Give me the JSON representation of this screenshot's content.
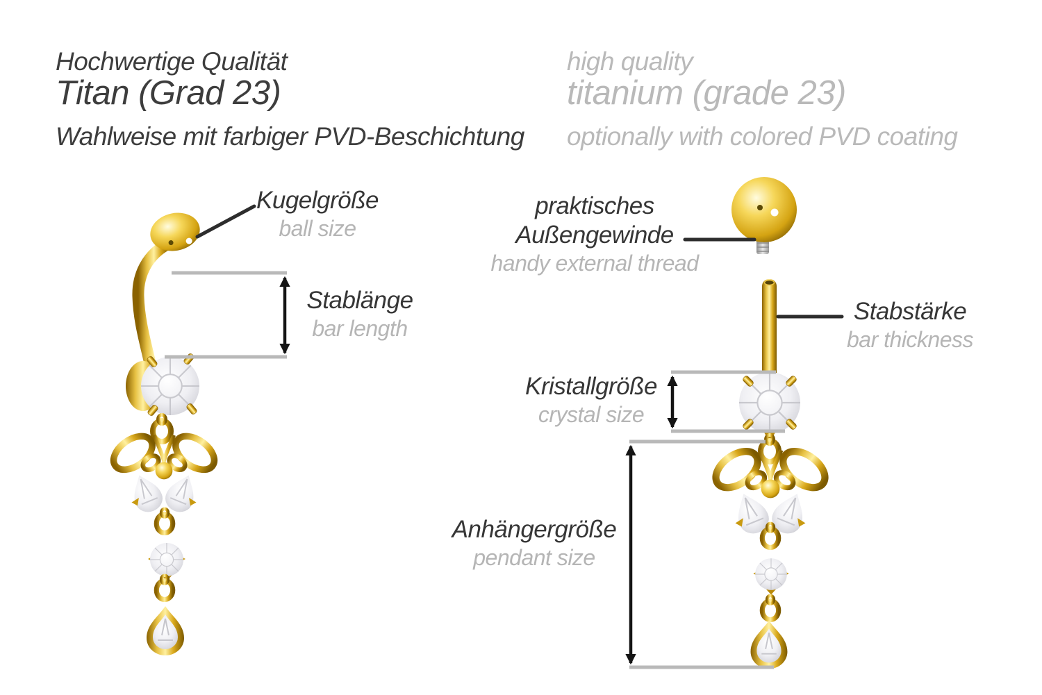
{
  "header": {
    "german": [
      "Hochwertige Qualität",
      "Titan (Grad 23)",
      "Wahlweise mit farbiger PVD-Beschichtung"
    ],
    "english": [
      "high quality",
      "titanium (grade 23)",
      "optionally with colored PVD coating"
    ]
  },
  "labels": {
    "ball_size": {
      "de": "Kugelgröße",
      "en": "ball size"
    },
    "bar_length": {
      "de": "Stablänge",
      "en": "bar length"
    },
    "external_thread": {
      "de_line1": "praktisches",
      "de_line2": "Außengewinde",
      "en": "handy external thread"
    },
    "bar_thickness": {
      "de": "Stabstärke",
      "en": "bar thickness"
    },
    "crystal_size": {
      "de": "Kristallgröße",
      "en": "crystal size"
    },
    "pendant_size": {
      "de": "Anhängergröße",
      "en": "pendant size"
    }
  },
  "colors": {
    "gold": "#d9a81b",
    "gold_dark": "#8a6200",
    "gold_light": "#fff0a0",
    "text_dark": "#3d3d3d",
    "text_gray": "#b5b5b5",
    "line_gray": "#b9b9b9",
    "arrow_black": "#141414",
    "crystal": "#e9e9ee",
    "silver_thread": "#bfbfbf",
    "background": "#ffffff"
  }
}
